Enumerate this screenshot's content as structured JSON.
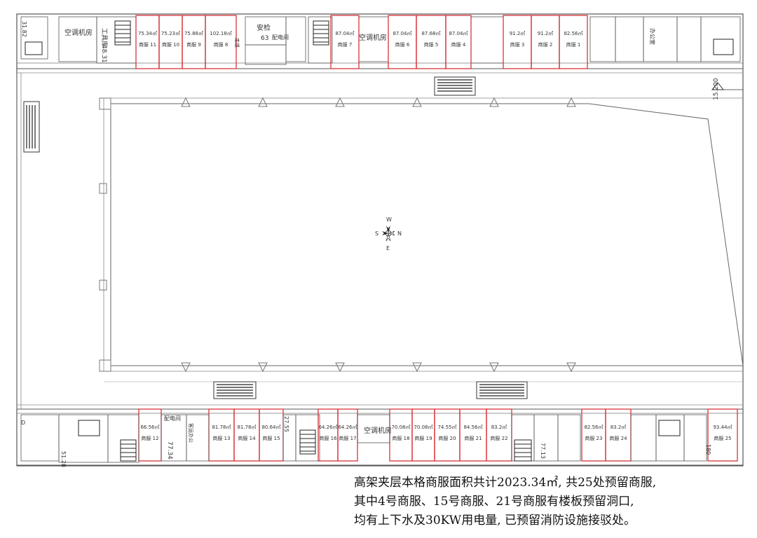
{
  "top_units": [
    {
      "area": "75.34㎡",
      "name": "商服 11"
    },
    {
      "area": "75.23㎡",
      "name": "商服 10"
    },
    {
      "area": "75.88㎡",
      "name": "商服 9"
    },
    {
      "area": "102.18㎡",
      "name": "商服 8"
    },
    {
      "area": "87.04㎡",
      "name": "商服 7"
    },
    {
      "area": "87.04㎡",
      "name": "商服 6"
    },
    {
      "area": "87.68㎡",
      "name": "商服 5"
    },
    {
      "area": "87.04㎡",
      "name": "商服 4"
    },
    {
      "area": "91.2㎡",
      "name": "商服 3"
    },
    {
      "area": "91.2㎡",
      "name": "商服 2"
    },
    {
      "area": "82.56㎡",
      "name": "商服 1"
    }
  ],
  "bottom_units": [
    {
      "area": "66.56㎡",
      "name": "商服 12"
    },
    {
      "area": "81.78㎡",
      "name": "商服 13"
    },
    {
      "area": "81.78㎡",
      "name": "商服 14"
    },
    {
      "area": "80.64㎡",
      "name": "商服 15"
    },
    {
      "area": "64.26㎡",
      "name": "商服 16"
    },
    {
      "area": "64.26㎡",
      "name": "商服 17"
    },
    {
      "area": "70.08㎡",
      "name": "商服 18"
    },
    {
      "area": "70.08㎡",
      "name": "商服 19"
    },
    {
      "area": "74.55㎡",
      "name": "商服 20"
    },
    {
      "area": "84.56㎡",
      "name": "商服 21"
    },
    {
      "area": "83.2㎡",
      "name": "商服 22"
    },
    {
      "area": "82.56㎡",
      "name": "商服 23"
    },
    {
      "area": "83.2㎡",
      "name": "商服 24"
    },
    {
      "area": "93.44㎡",
      "name": "商服 25"
    }
  ],
  "rooms": {
    "aircon_top_1": "空调机房",
    "aircon_top_2": "空调机房",
    "aircon_bottom": "空调机房",
    "security": "安检",
    "security_area": "63",
    "tools": "工具库",
    "tools_area": "48.31",
    "left_top_area": "31.82",
    "bottom_area_a": "77.34",
    "bottom_area_b": "27.55",
    "bottom_area_c": "51.28",
    "bottom_area_d": "77.13",
    "bottom_area_e": "180",
    "office": "办公室",
    "corridor": "走道",
    "electric": "配电间",
    "passenger_office": "客运办公",
    "bottom_right_d": "D",
    "elevation": "15.200"
  },
  "compass": {
    "n": "N",
    "s": "S",
    "e": "E",
    "w": "W"
  },
  "note": {
    "line1": "高架夹层本格商服面积共计2023.34㎡, 共25处预留商服,",
    "line2": "其中4号商服、15号商服、21号商服有楼板预留洞口,",
    "line3": "均有上下水及30KW用电量, 已预留消防设施接驳处。"
  },
  "colors": {
    "unit_border": "#d9343a",
    "wall": "#444444",
    "line": "#777777"
  }
}
